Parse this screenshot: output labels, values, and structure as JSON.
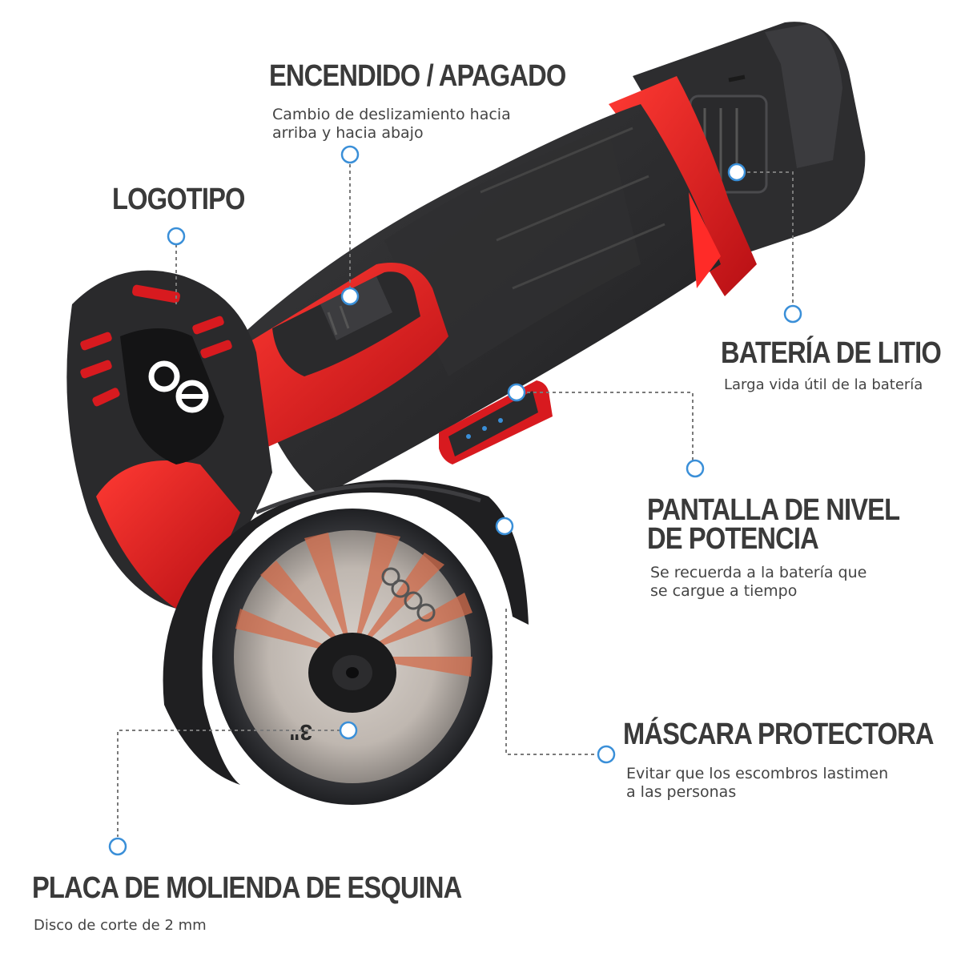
{
  "colors": {
    "accent_blue": "#3a8fd8",
    "tool_red": "#d81a1f",
    "tool_dark": "#2b2b2d",
    "text_dark": "#3a3a3a"
  },
  "callouts": {
    "power": {
      "title": "ENCENDIDO / APAGADO",
      "desc_line1": "Cambio de deslizamiento hacia",
      "desc_line2": "arriba y hacia abajo"
    },
    "logo": {
      "title": "LOGOTIPO"
    },
    "battery": {
      "title": "BATERÍA DE LITIO",
      "desc": "Larga vida útil de la batería"
    },
    "display": {
      "title_line1": "PANTALLA DE NIVEL",
      "title_line2": "DE POTENCIA",
      "desc_line1": "Se recuerda a la batería que",
      "desc_line2": "se cargue a tiempo"
    },
    "guard": {
      "title": "MÁSCARA PROTECTORA",
      "desc_line1": "Evitar que los escombros lastimen",
      "desc_line2": "a las personas"
    },
    "plate": {
      "title": "PLACA DE MOLIENDA DE ESQUINA",
      "desc": "Disco de corte de 2 mm"
    }
  },
  "product": {
    "blade_marking": "3\"",
    "icon": "mini-angle-grinder-illustration"
  }
}
